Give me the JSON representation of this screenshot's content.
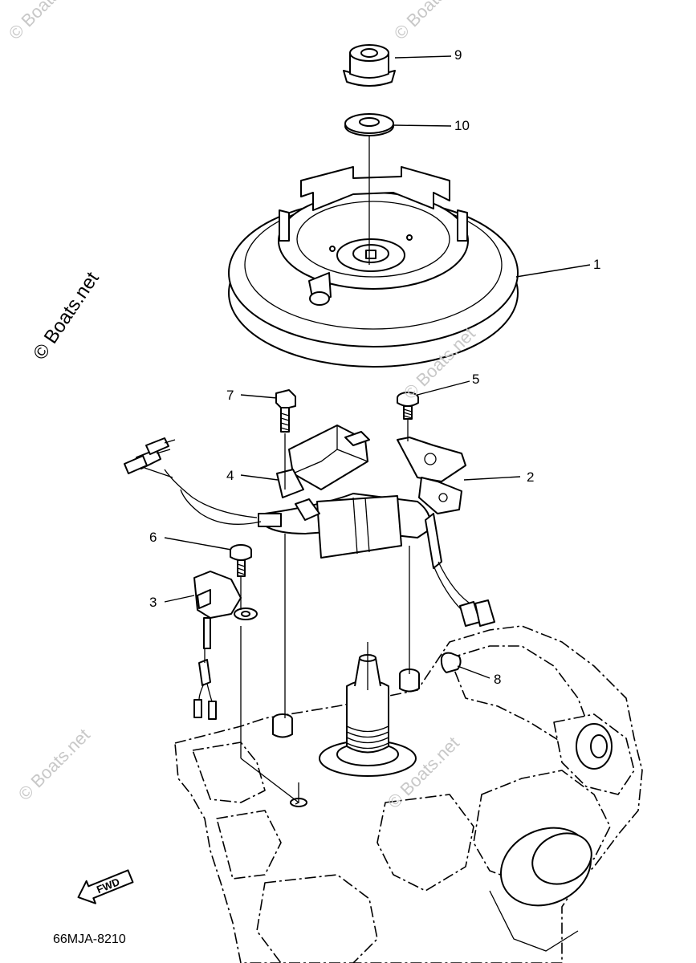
{
  "diagram": {
    "drawing_code": "66MJA-8210",
    "fwd_label": "FWD",
    "callouts": [
      {
        "id": "1",
        "label": "1"
      },
      {
        "id": "2",
        "label": "2"
      },
      {
        "id": "3",
        "label": "3"
      },
      {
        "id": "4",
        "label": "4"
      },
      {
        "id": "5",
        "label": "5"
      },
      {
        "id": "6",
        "label": "6"
      },
      {
        "id": "7",
        "label": "7"
      },
      {
        "id": "8",
        "label": "8"
      },
      {
        "id": "9",
        "label": "9"
      },
      {
        "id": "10",
        "label": "10"
      }
    ],
    "watermarks": [
      "© Boats.net",
      "© Boats.net",
      "© Boats.net",
      "© Boats.net",
      "© Boats.net",
      "© Boats.net"
    ]
  }
}
